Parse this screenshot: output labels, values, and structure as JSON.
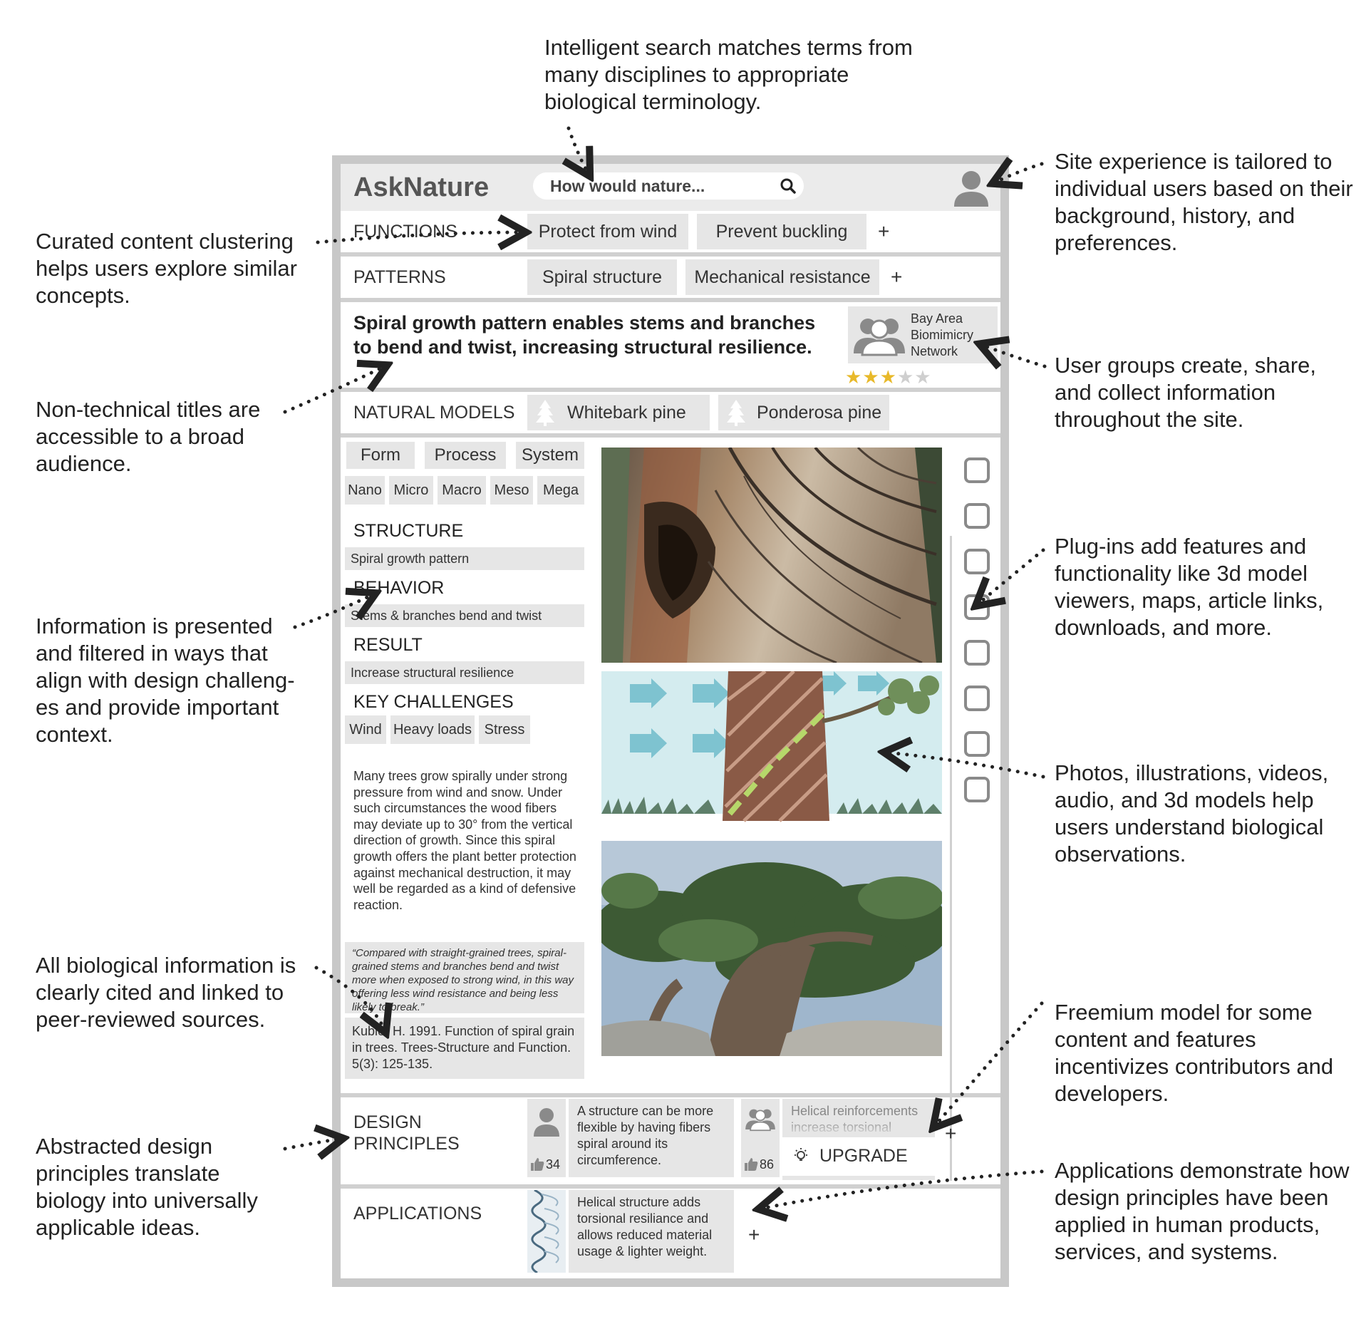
{
  "annotations": {
    "search": "Intelligent search matches terms from many disciplines to appropriate biological terminology.",
    "tailored": "Site experience is tailored to individual users based on their background, history, and preferences.",
    "curated": "Curated content clustering helps users explore similar concepts.",
    "user_groups": "User groups create, share, and collect information throughout the site.",
    "titles": "Non-technical titles are accessible to a broad audience.",
    "plugins": "Plug-ins add features and functionality like 3d model viewers, maps, article links, downloads, and more.",
    "information": "Information is presented and filtered in ways that align with design challeng-es and provide important context.",
    "media": "Photos, illustrations, videos, audio, and 3d models help users understand biological observations.",
    "cited": "All biological information is clearly cited and linked to peer-reviewed sources.",
    "freemium": "Freemium model for some content and features incentivizes contributors and developers.",
    "abstracted": "Abstracted design principles translate biology into universally applicable ideas.",
    "applications": "Applications demonstrate how design principles have been applied in human products, services, and systems."
  },
  "header": {
    "logo": "AskNature",
    "search_placeholder": "How would nature..."
  },
  "functions": {
    "label": "FUNCTIONS",
    "tags": [
      "Protect from wind",
      "Prevent buckling"
    ],
    "add": "+"
  },
  "patterns": {
    "label": "PATTERNS",
    "tags": [
      "Spiral structure",
      "Mechanical resistance"
    ],
    "add": "+"
  },
  "article": {
    "title": "Spiral growth pattern enables stems and branches to bend and twist, increasing structural resilience.",
    "group": "Bay Area Biomimicry Network",
    "rating": 3,
    "rating_max": 5
  },
  "natural_models": {
    "label": "NATURAL MODELS",
    "items": [
      "Whitebark pine",
      "Ponderosa pine"
    ]
  },
  "filters": {
    "types": [
      "Form",
      "Process",
      "System"
    ],
    "scales": [
      "Nano",
      "Micro",
      "Macro",
      "Meso",
      "Mega"
    ]
  },
  "details": {
    "structure_label": "STRUCTURE",
    "structure": "Spiral growth pattern",
    "behavior_label": "BEHAVIOR",
    "behavior": "Stems & branches bend and twist",
    "result_label": "RESULT",
    "result": "Increase structural resilience",
    "challenges_label": "KEY CHALLENGES",
    "challenges": [
      "Wind",
      "Heavy loads",
      "Stress"
    ],
    "description": "Many trees grow spirally under strong pressure from wind and snow. Under such circumstances the wood fibers may deviate up to 30° from the vertical direction of growth. Since this spiral growth offers the plant better protection against mechanical destruction, it may well be regarded as a kind of defensive reaction.",
    "quote": "“Compared with straight-grained trees, spiral-grained stems and branches bend and twist more when exposed to strong wind, in this way offering less wind resistance and being less likely to break.”",
    "citation": "Kubler H. 1991. Function of spiral grain in trees. Trees-Structure and Function. 5(3): 125-135."
  },
  "design_principles": {
    "label": "DESIGN PRINCIPLES",
    "card1_text": "A structure can be more flexible by having fibers spiral around its circumference.",
    "card1_likes": "34",
    "card2_text": "Helical reinforcements increase torsional",
    "card2_likes": "86",
    "upgrade": "UPGRADE",
    "add": "+"
  },
  "applications": {
    "label": "APPLICATIONS",
    "card_text": "Helical structure adds torsional resiliance and allows reduced material usage & lighter weight.",
    "add": "+"
  },
  "colors": {
    "frame": "#c8c8c8",
    "chip": "#e6e6e6",
    "star": "#e8b92a",
    "sky": "#d4ecef",
    "arrow": "#7ec3d0"
  }
}
